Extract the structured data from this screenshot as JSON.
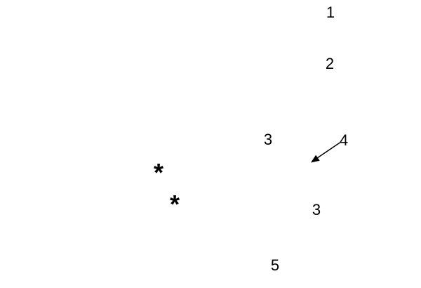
{
  "page": {
    "background_color": "#ffffff",
    "text_color": "#000000"
  },
  "figure": {
    "description": "annotated-figure",
    "labels": [
      {
        "id": "label-1",
        "text": "1"
      },
      {
        "id": "label-2",
        "text": "2"
      },
      {
        "id": "label-3-upper",
        "text": "3"
      },
      {
        "id": "label-4",
        "text": "4"
      },
      {
        "id": "label-3-lower",
        "text": "3"
      },
      {
        "id": "label-5",
        "text": "5"
      }
    ],
    "markers": [
      {
        "id": "asterisk-upper",
        "symbol": "*"
      },
      {
        "id": "asterisk-lower",
        "symbol": "*"
      }
    ],
    "arrow": {
      "associated_label": "4",
      "direction": "down-left",
      "color": "#000000"
    }
  }
}
